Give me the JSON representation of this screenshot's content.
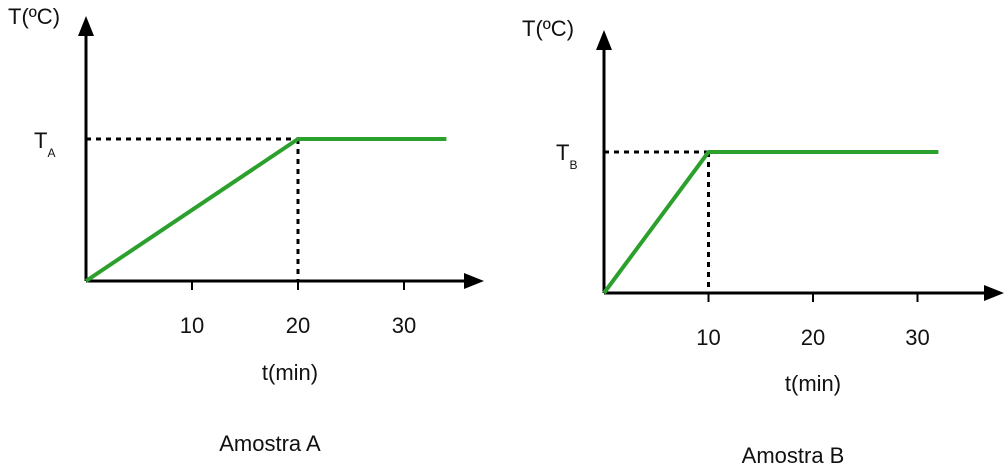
{
  "chart_data": [
    {
      "type": "line",
      "caption": "Amostra A",
      "xlabel": "t(min)",
      "ylabel": "T(ºC)",
      "xticks": [
        10,
        20,
        30
      ],
      "xlim": [
        0,
        38
      ],
      "x": [
        0,
        20,
        34
      ],
      "y": [
        0,
        1,
        1
      ],
      "level_label": {
        "main": "T",
        "sub": "A"
      },
      "level_x": 20,
      "level_y": 1,
      "line_color": "#2ca02c"
    },
    {
      "type": "line",
      "caption": "Amostra B",
      "xlabel": "t(min)",
      "ylabel": "T(ºC)",
      "xticks": [
        10,
        20,
        30
      ],
      "xlim": [
        0,
        38
      ],
      "x": [
        0,
        10,
        32
      ],
      "y": [
        0,
        1,
        1
      ],
      "level_label": {
        "main": "T",
        "sub": "B"
      },
      "level_x": 10,
      "level_y": 1,
      "line_color": "#2ca02c"
    }
  ]
}
